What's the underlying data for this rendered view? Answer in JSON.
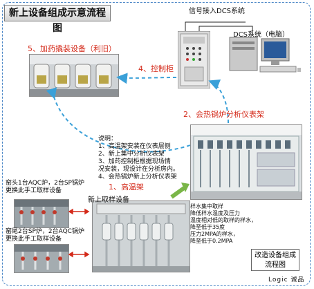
{
  "title": "新上设备组成示意流程图",
  "signal_label": "信号接入DCS系统",
  "dcs_label": "DCS系统（电脑）",
  "steps": {
    "s1": "1、高温架",
    "s2": "2、会热锅炉分析仪表架",
    "s4": "4、控制柜",
    "s5": "5、加药撬装设备（利旧）"
  },
  "notes_title": "说明：",
  "notes": [
    "1、高温架安装在仪表层侧",
    "2、新上集中分析仪表架",
    "3、加药控制柜根据现场情",
    "况安装，现设计在分析房内。",
    "4、会热锅炉新上分析仪表架"
  ],
  "sampling_label": "新上取样设备",
  "left_note_1": [
    "窑头1台AQC炉，2台SP锅炉",
    "更换此手工取样设备"
  ],
  "left_note_2": [
    "窑尾2台SP炉，2台AQC锅炉",
    "更换此手工取样设备"
  ],
  "sample_notes": [
    "样水集中取样",
    "降低样水温度及压力",
    "温度相对低的取样的样水，",
    "降至低于35度",
    "压力2MPA的样水，",
    "降至低于0.2MPA"
  ],
  "stamp_lines": [
    "改造设备组成",
    "流程图"
  ],
  "logo": "Logic 诚品",
  "colors": {
    "accent_red": "#d42a1a",
    "arrow_blue": "#3aa0d8",
    "arrow_green": "#7ab648",
    "frame": "#4a86c6"
  }
}
